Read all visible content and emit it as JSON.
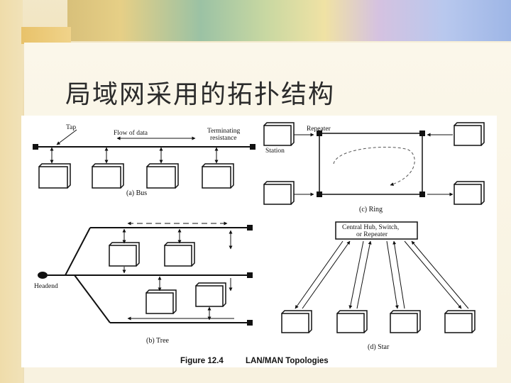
{
  "slide": {
    "title": "局域网采用的拓扑结构"
  },
  "diagram": {
    "bus": {
      "tap_label": "Tap",
      "flow_label": "Flow of data",
      "terminating_label_line1": "Terminating",
      "terminating_label_line2": "resistance",
      "caption": "(a) Bus"
    },
    "ring": {
      "repeater_label": "Repeater",
      "station_label": "Station",
      "caption": "(c) Ring"
    },
    "tree": {
      "headend_label": "Headend",
      "caption": "(b) Tree"
    },
    "star": {
      "hub_line1": "Central Hub, Switch,",
      "hub_line2": "or Repeater",
      "caption": "(d) Star"
    },
    "figure_number": "Figure 12.4",
    "figure_title": "LAN/MAN Topologies"
  }
}
